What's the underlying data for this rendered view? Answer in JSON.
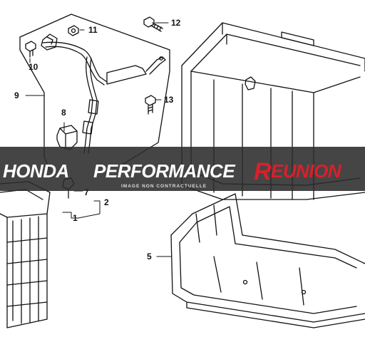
{
  "callouts": [
    {
      "id": "c1",
      "text": "1"
    },
    {
      "id": "c2",
      "text": "2"
    },
    {
      "id": "c5",
      "text": "5"
    },
    {
      "id": "c7",
      "text": "7"
    },
    {
      "id": "c8",
      "text": "8"
    },
    {
      "id": "c9",
      "text": "9"
    },
    {
      "id": "c10",
      "text": "10"
    },
    {
      "id": "c11",
      "text": "11"
    },
    {
      "id": "c12",
      "text": "12"
    },
    {
      "id": "c13",
      "text": "13"
    }
  ],
  "watermark": {
    "brand": "HONDA",
    "performance": "PERFORMANCE",
    "reunion_initial": "R",
    "reunion_rest": "EUNION",
    "subtitle": "IMAGE NON CONTRACTUELLE"
  },
  "colors": {
    "line": "#111111",
    "banner_bg": "#2b2b2b",
    "brand_white": "#ffffff",
    "brand_red": "#d8202a"
  }
}
